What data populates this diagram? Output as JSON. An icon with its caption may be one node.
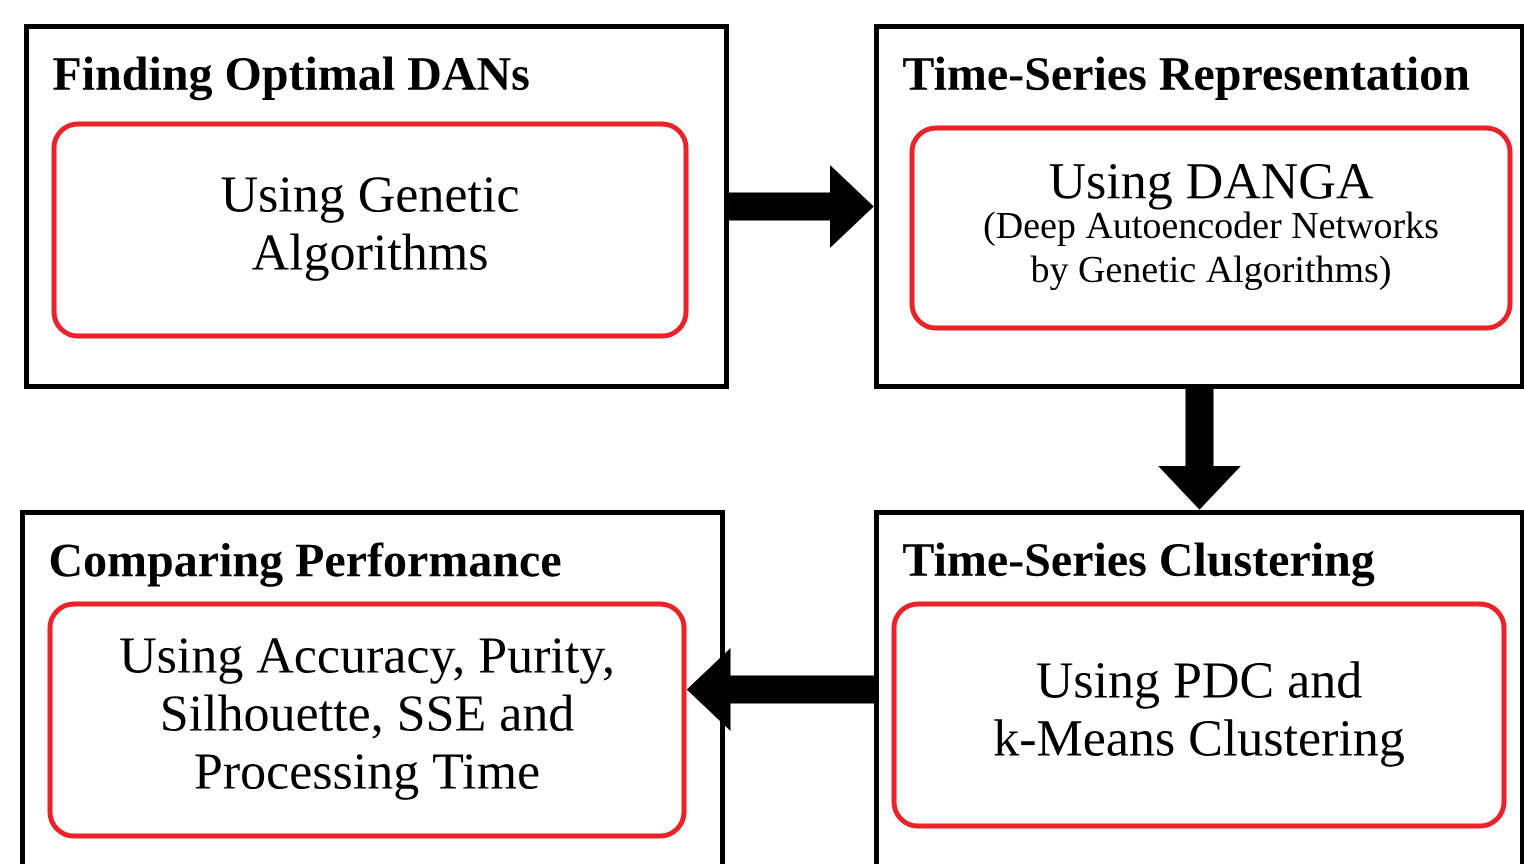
{
  "diagram": {
    "nodes": [
      {
        "text": [
          "Finding Optimal DANs"
        ]
      },
      {
        "text": [
          "Using Genetic Algorithms"
        ],
        "in": 0
      },
      {
        "text": [
          "Time-Series Representation"
        ]
      },
      {
        "text": [
          "Using DANGA",
          "(Deep Autoencoder Networks by Genetic Algorithms)"
        ],
        "in": 2
      },
      {
        "text": [
          "Comparing Performance"
        ]
      },
      {
        "text": [
          "Using Accuracy, Purity, Silhouette, SSE and Processing Time"
        ],
        "in": 4
      },
      {
        "text": [
          "Time-Series Clustering"
        ]
      },
      {
        "text": [
          "Using PDC and k-Means Clustering"
        ],
        "in": 6
      }
    ],
    "edges": [
      {
        "from": 0,
        "to": 2,
        "arrow": "to"
      },
      {
        "from": 2,
        "to": 6,
        "arrow": "to"
      },
      {
        "from": 6,
        "to": 5,
        "arrow": "to"
      }
    ]
  }
}
